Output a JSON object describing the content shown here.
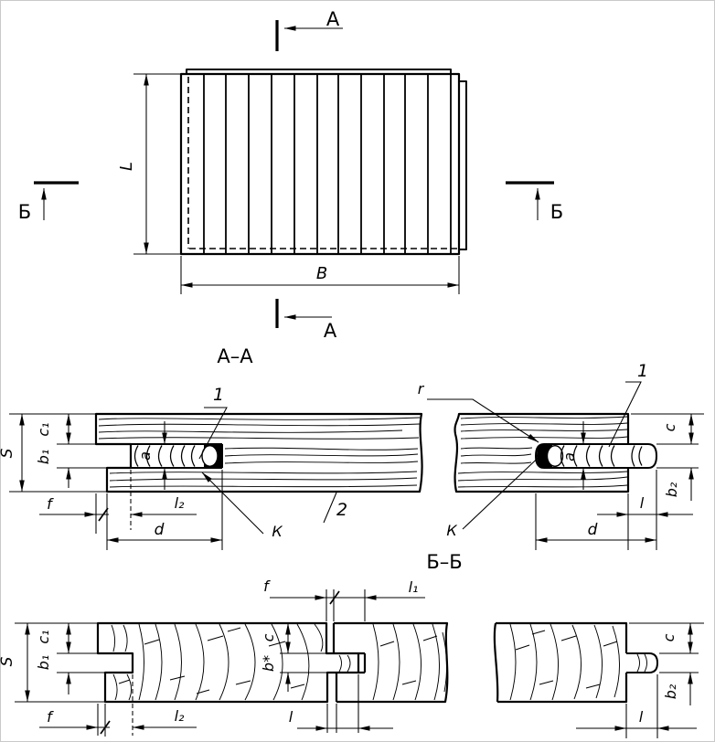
{
  "colors": {
    "ink": "#000000",
    "paper": "#ffffff",
    "frame": "#c9c9c9"
  },
  "top_view": {
    "section_mark_a_top": "А",
    "section_mark_a_bottom": "А",
    "section_mark_b_left": "Б",
    "section_mark_b_right": "Б",
    "dim_length": "L",
    "dim_width": "B"
  },
  "section_aa": {
    "title": "А–А",
    "dim_thickness": "S",
    "dim_c1": "c₁",
    "dim_b1": "b₁",
    "dim_a_left": "a",
    "dim_f": "f",
    "dim_l2": "l₂",
    "dim_d_left": "d",
    "callout_k_left": "К",
    "callout_dowel_left": "1",
    "callout_board": "2",
    "dim_r": "r",
    "callout_dowel_right": "1",
    "callout_k_right": "К",
    "dim_a_right": "a",
    "dim_c": "c",
    "dim_b2": "b₂",
    "dim_l": "l",
    "dim_d_right": "d"
  },
  "section_bb": {
    "title": "Б–Б",
    "dim_thickness": "S",
    "dim_c1": "c₁",
    "dim_b1": "b₁",
    "dim_f_left": "f",
    "dim_l2": "l₂",
    "dim_f_mid": "f",
    "dim_l1": "l₁",
    "dim_c_mid": "c",
    "dim_b_star": "b*",
    "dim_l_mid": "l",
    "dim_c_right": "c",
    "dim_b2": "b₂",
    "dim_l_right": "l"
  }
}
